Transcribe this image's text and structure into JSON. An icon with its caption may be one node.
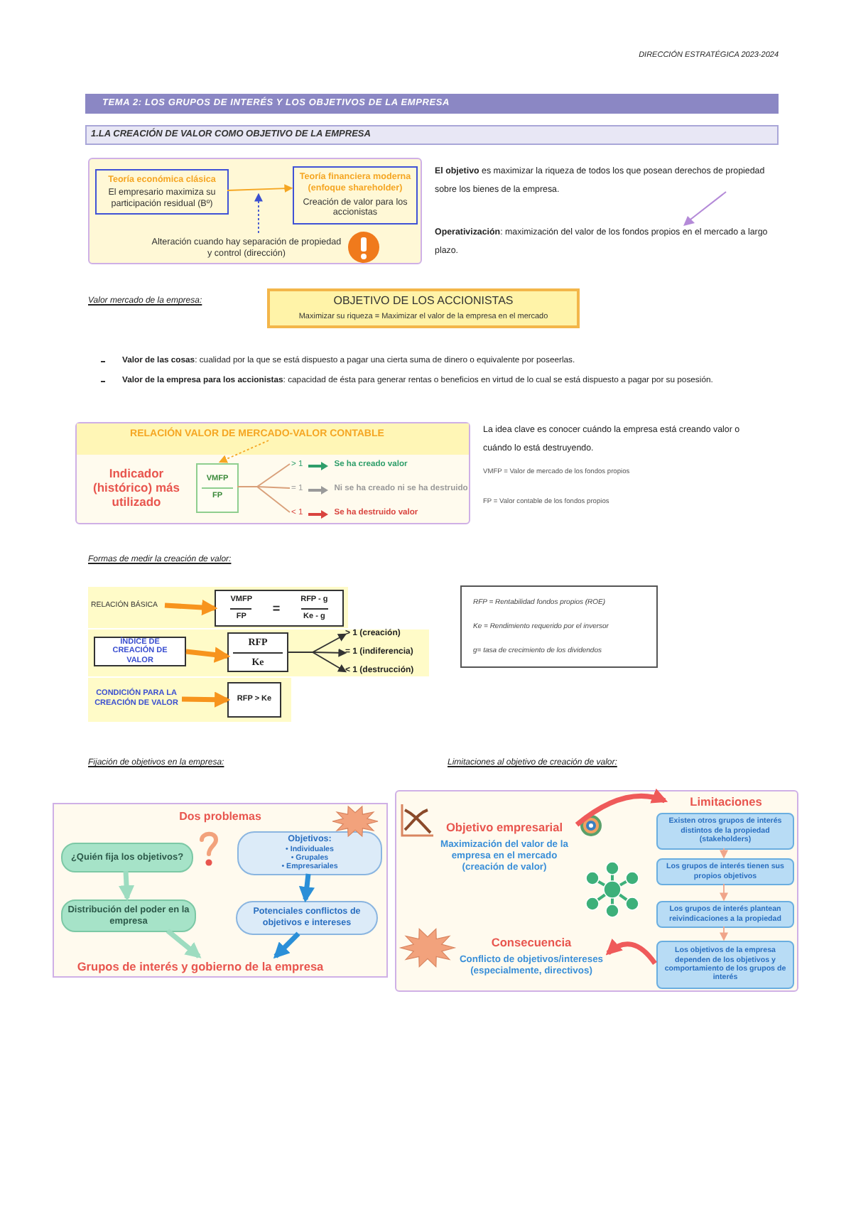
{
  "diagram": {
    "title": "TEMA 2: LOS GRUPOS DE INTERÉS Y LOS OBJETIVOS DE LA EMPRESA",
    "nodes": [
      {
        "text": [],
        "shape": "box"
      },
      {
        "text": [
          "Teoría económica clásica",
          "El empresario maximiza su participación residual (Bº)"
        ],
        "in": 0
      },
      {
        "text": [
          "Teoría financiera moderna (enfoque shareholder)",
          "Creación de valor para los accionistas"
        ],
        "in": 0
      },
      {
        "text": [
          "Alteración cuando hay separación de propiedad y control (dirección)"
        ],
        "in": 0
      },
      {
        "text": [
          "OBJETIVO DE LOS ACCIONISTAS",
          "Maximizar su riqueza = Maximizar el valor de la empresa en el mercado"
        ]
      },
      {
        "text": [],
        "shape": "box"
      },
      {
        "text": [
          "RELACIÓN VALOR DE MERCADO-VALOR CONTABLE"
        ],
        "in": 5
      },
      {
        "text": [
          "Indicador (histórico) más utilizado"
        ],
        "in": 5
      },
      {
        "text": [
          "VMFP",
          "FP"
        ],
        "in": 5
      },
      {
        "text": [
          "> 1",
          "Se ha creado valor"
        ],
        "in": 5
      },
      {
        "text": [
          "= 1",
          "Ni se ha creado ni se ha destruido"
        ],
        "in": 5
      },
      {
        "text": [
          "< 1",
          "Se ha destruido valor"
        ],
        "in": 5
      },
      {
        "text": [
          "RELACIÓN BÁSICA"
        ]
      },
      {
        "text": [
          "VMFP",
          "FP",
          "=",
          "RFP - g",
          "Ke - g"
        ]
      },
      {
        "text": [
          "ÍNDICE DE CREACIÓN DE VALOR"
        ]
      },
      {
        "text": [
          "RFP",
          "Ke"
        ]
      },
      {
        "text": [
          "> 1 (creación)"
        ]
      },
      {
        "text": [
          "= 1 (indiferencia)"
        ]
      },
      {
        "text": [
          "< 1 (destrucción)"
        ]
      },
      {
        "text": [
          "CONDICIÓN PARA LA CREACIÓN DE VALOR"
        ]
      },
      {
        "text": [
          "RFP > Ke"
        ]
      },
      {
        "text": [
          "RFP = Rentabilidad fondos propios (ROE)",
          "Ke = Rendimiento requerido por el inversor",
          "g= tasa de crecimiento de los dividendos"
        ]
      },
      {
        "text": [
          "Dos problemas"
        ]
      },
      {
        "text": [
          "¿Quién fija los objetivos?"
        ],
        "in": 22
      },
      {
        "text": [
          "Distribución del poder en la empresa"
        ],
        "in": 22
      },
      {
        "text": [
          "Objetivos:",
          "• Individuales",
          "• Grupales",
          "• Empresariales"
        ],
        "in": 22
      },
      {
        "text": [
          "Potenciales conflictos de objetivos e intereses"
        ],
        "in": 22
      },
      {
        "text": [
          "Grupos de interés y gobierno de la empresa"
        ],
        "in": 22
      },
      {
        "text": [],
        "shape": "box"
      },
      {
        "text": [
          "Objetivo empresarial",
          "Maximización del valor de la empresa en el mercado (creación de valor)"
        ],
        "in": 28
      },
      {
        "text": [
          "Limitaciones"
        ],
        "in": 28
      },
      {
        "text": [
          "Existen otros grupos de interés distintos de la propiedad (stakeholders)"
        ],
        "in": 28
      },
      {
        "text": [
          "Los grupos de interés tienen sus propios objetivos"
        ],
        "in": 28
      },
      {
        "text": [
          "Los grupos de interés plantean reivindicaciones a la propiedad"
        ],
        "in": 28
      },
      {
        "text": [
          "Los objetivos de la empresa dependen de los objetivos y comportamiento de los grupos de interés"
        ],
        "in": 28
      },
      {
        "text": [
          "Consecuencia",
          "Conflicto de objetivos/intereses (especialmente, directivos)"
        ],
        "in": 28
      }
    ],
    "edges": [
      {
        "from": 1,
        "to": 2,
        "arrow": "to",
        "color": "#f5a623"
      },
      {
        "from": 3,
        "to": null,
        "arrow": "to",
        "style": "dashed",
        "color": "#3b4fd0"
      },
      {
        "from": 6,
        "to": 8,
        "arrow": "to",
        "style": "dashed",
        "color": "#f5a623"
      },
      {
        "from": 8,
        "to": 9,
        "arrow": "none",
        "color": "#d9a07a"
      },
      {
        "from": 8,
        "to": 10,
        "arrow": "none",
        "color": "#d9a07a"
      },
      {
        "from": 8,
        "to": 11,
        "arrow": "none",
        "color": "#d9a07a"
      },
      {
        "from": 12,
        "to": 13,
        "arrow": "to",
        "style": "thick",
        "color": "#f7941d"
      },
      {
        "from": 14,
        "to": 15,
        "arrow": "to",
        "style": "thick",
        "color": "#f7941d"
      },
      {
        "from": 15,
        "to": 16,
        "arrow": "to",
        "color": "#333333"
      },
      {
        "from": 15,
        "to": 17,
        "arrow": "to",
        "color": "#333333"
      },
      {
        "from": 15,
        "to": 18,
        "arrow": "to",
        "color": "#333333"
      },
      {
        "from": 19,
        "to": 20,
        "arrow": "to",
        "style": "thick",
        "color": "#f7941d"
      },
      {
        "from": 23,
        "to": 24,
        "arrow": "to",
        "style": "thick",
        "color": "#9ddcc0"
      },
      {
        "from": 25,
        "to": 26,
        "arrow": "to",
        "style": "thick",
        "color": "#2a8fd8"
      },
      {
        "from": 24,
        "to": 27,
        "arrow": "to",
        "style": "thick",
        "color": "#9ddcc0"
      },
      {
        "from": 26,
        "to": 27,
        "arrow": "to",
        "style": "thick",
        "color": "#2a8fd8"
      },
      {
        "from": 29,
        "to": 30,
        "arrow": "to",
        "style": "thick",
        "color": "#ef5a5a"
      },
      {
        "from": 31,
        "to": 32,
        "arrow": "to",
        "color": "#f0a58a"
      },
      {
        "from": 32,
        "to": 33,
        "arrow": "to",
        "color": "#f0a58a"
      },
      {
        "from": 33,
        "to": 34,
        "arrow": "to",
        "color": "#f0a58a"
      },
      {
        "from": 34,
        "to": 35,
        "arrow": "to",
        "style": "thick",
        "color": "#ef5a5a"
      }
    ],
    "labels": [
      "DIRECCIÓN ESTRATÉGICA 2023-2024",
      "1.LA CREACIÓN DE VALOR COMO OBJETIVO DE LA EMPRESA",
      "**El objetivo** es maximizar la riqueza de todos los que posean derechos de propiedad sobre los bienes de la empresa.",
      "**Operativización**: maximización del valor de los fondos propios en el mercado a largo plazo.",
      "Valor mercado de la empresa:",
      "**Valor de las cosas**: cualidad por la que se está dispuesto a pagar una cierta suma de dinero o equivalente por poseerlas.",
      "**Valor de la empresa para los accionistas**: capacidad de ésta para generar rentas o beneficios en virtud de lo cual se está dispuesto a pagar por su posesión.",
      "La idea clave es conocer cuándo la empresa está creando valor o cuándo lo está destruyendo.",
      "VMFP = Valor de mercado de los fondos propios",
      "FP = Valor contable de los fondos propios",
      "Formas de medir la creación de valor:",
      "Fijación de objetivos en la empresa:",
      "Limitaciones al objetivo de creación de valor:"
    ]
  }
}
